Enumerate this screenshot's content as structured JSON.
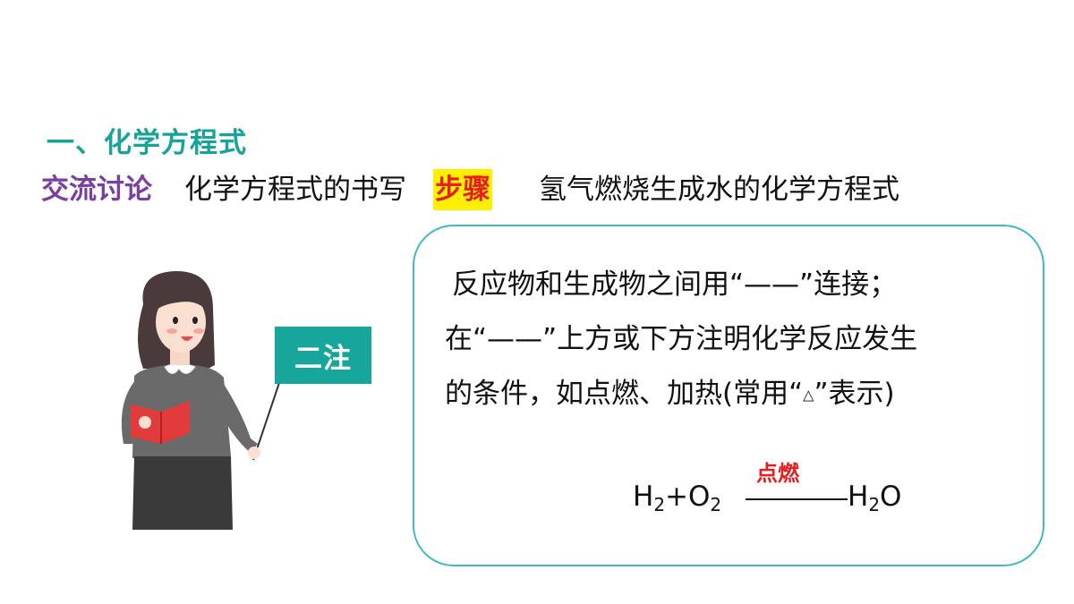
{
  "slide": {
    "section_title": "一、化学方程式",
    "discussion_label": "交流讨论",
    "step_text": "化学方程式的书写",
    "step_highlight": "步骤",
    "topic": "氢气燃烧生成水的化学方程式",
    "tag_label": "二注",
    "panel": {
      "line1": "反应物和生成物之间用“——”连接；",
      "line2": "在“——”上方或下方注明化学反应发生",
      "line3_prefix": "的条件，如点燃、加热(常用“",
      "triangle": "△",
      "line3_suffix": "”表示)"
    },
    "equation": {
      "left_prefix": "H",
      "left_sub": "2",
      "plus": "+O",
      "o_sub": "2",
      "condition": "点燃",
      "right_prefix": "H",
      "right_sub": "2",
      "right_suffix": "O"
    }
  },
  "colors": {
    "teal": "#16a39a",
    "purple": "#7a3fa0",
    "highlight_bg": "#ffef00",
    "highlight_text": "#e41f1f",
    "panel_border": "#3fb8c7"
  }
}
